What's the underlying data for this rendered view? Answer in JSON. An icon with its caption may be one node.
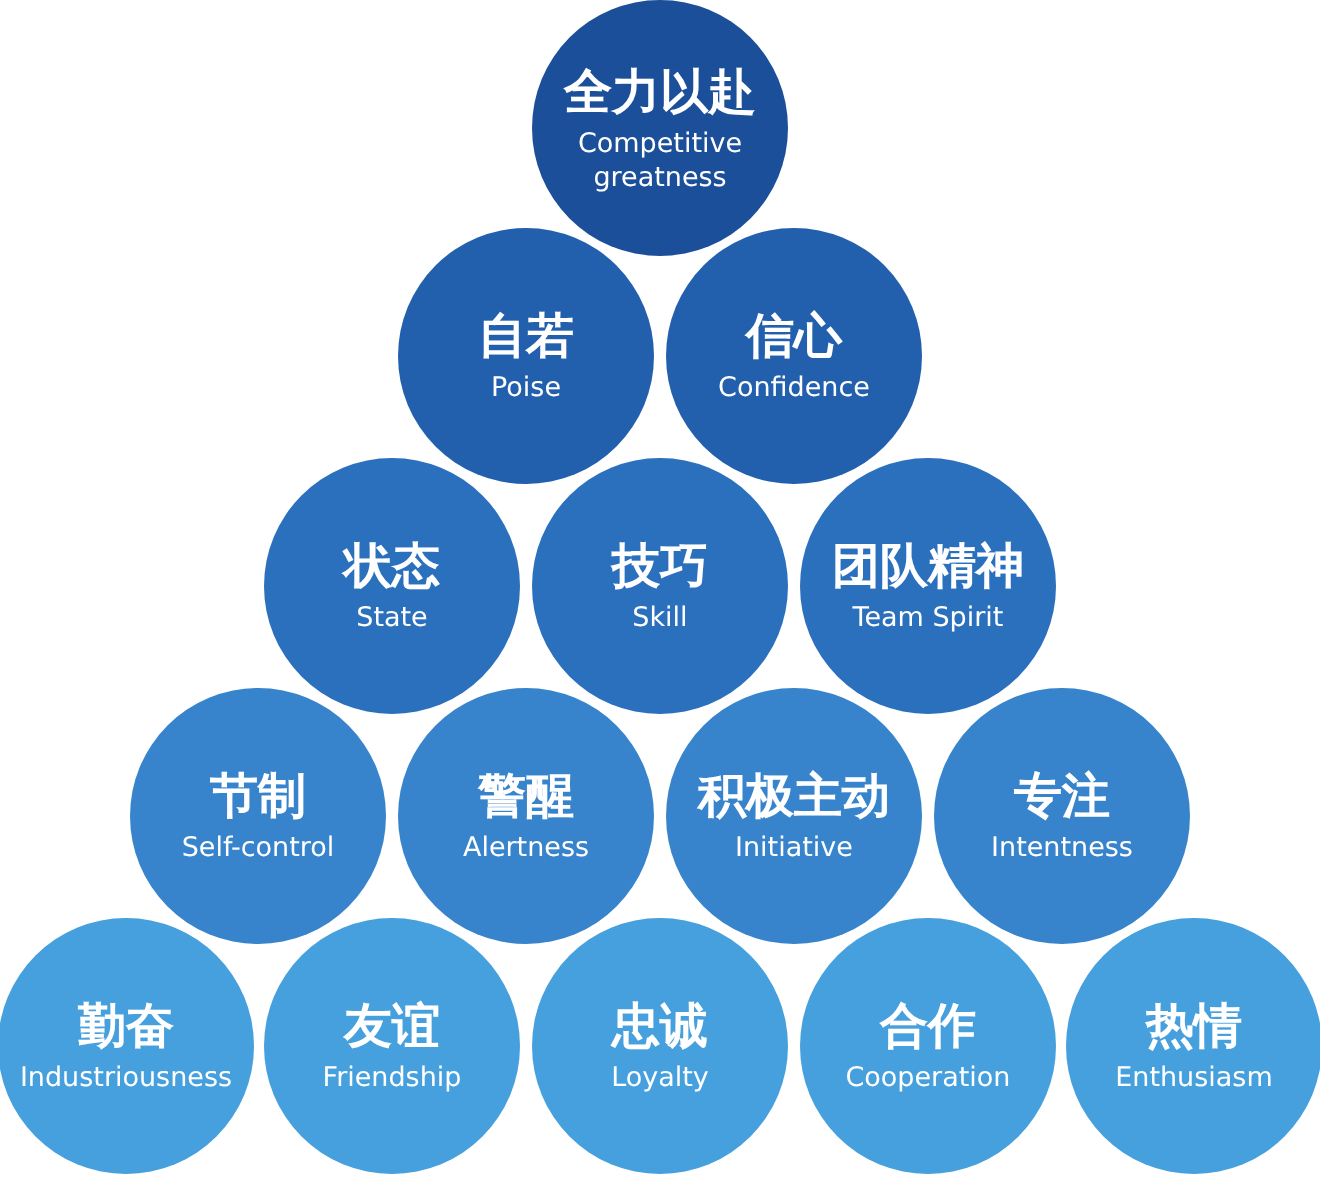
{
  "diagram": {
    "nodes": [
      {
        "text": [
          "全力以赴",
          "Competitive greatness"
        ]
      },
      {
        "text": [
          "自若",
          "Poise"
        ]
      },
      {
        "text": [
          "信心",
          "Confidence"
        ]
      },
      {
        "text": [
          "状态",
          "State"
        ]
      },
      {
        "text": [
          "技巧",
          "Skill"
        ]
      },
      {
        "text": [
          "团队精神",
          "Team Spirit"
        ]
      },
      {
        "text": [
          "节制",
          "Self-control"
        ]
      },
      {
        "text": [
          "警醒",
          "Alertness"
        ]
      },
      {
        "text": [
          "积极主动",
          "Initiative"
        ]
      },
      {
        "text": [
          "专注",
          "Intentness"
        ]
      },
      {
        "text": [
          "勤奋",
          "Industriousness"
        ]
      },
      {
        "text": [
          "友谊",
          "Friendship"
        ]
      },
      {
        "text": [
          "忠诚",
          "Loyalty"
        ]
      },
      {
        "text": [
          "合作",
          "Cooperation"
        ]
      },
      {
        "text": [
          "热情",
          "Enthusiasm"
        ]
      }
    ]
  }
}
